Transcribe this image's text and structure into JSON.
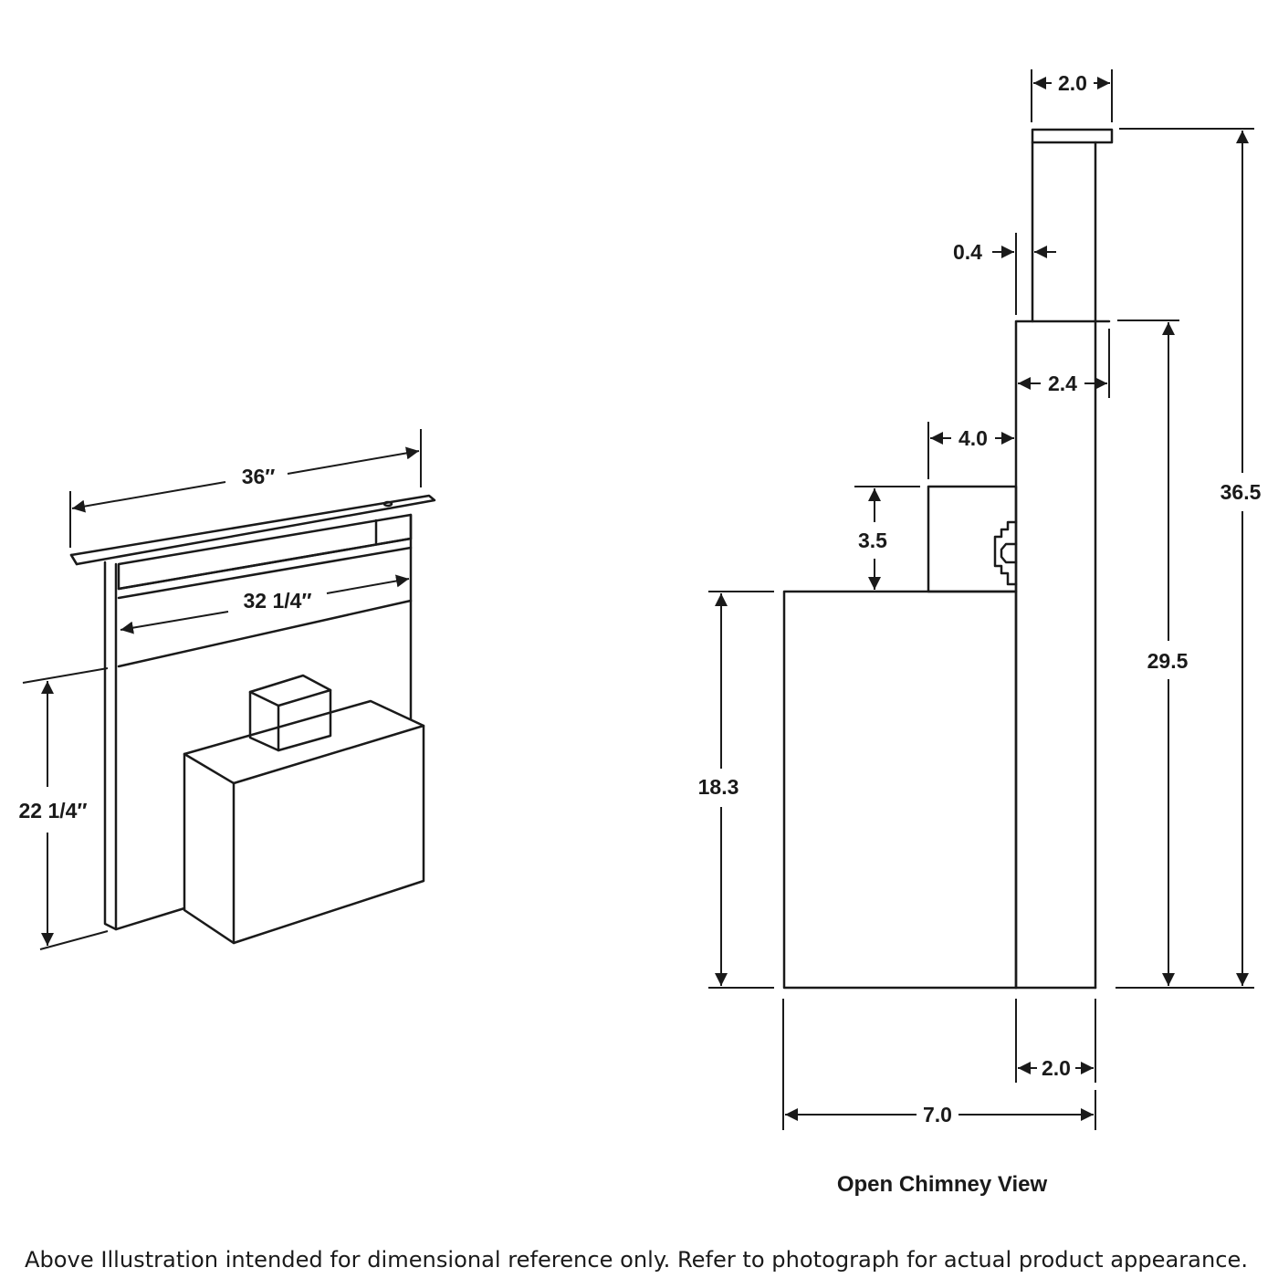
{
  "left_view": {
    "width_overall": "36″",
    "width_inner": "32 1/4″",
    "height": "22 1/4″"
  },
  "side_view": {
    "title": "Open Chimney View",
    "top_width": "2.0",
    "wall_offset": "0.4",
    "upper_width": "2.4",
    "motor_depth": "4.0",
    "motor_height": "3.5",
    "body_height": "18.3",
    "lower_height": "29.5",
    "total_height": "36.5",
    "bottom_width": "2.0",
    "total_depth": "7.0"
  },
  "footer": {
    "note": "Above Illustration intended for dimensional reference only. Refer to photograph for actual product appearance."
  }
}
